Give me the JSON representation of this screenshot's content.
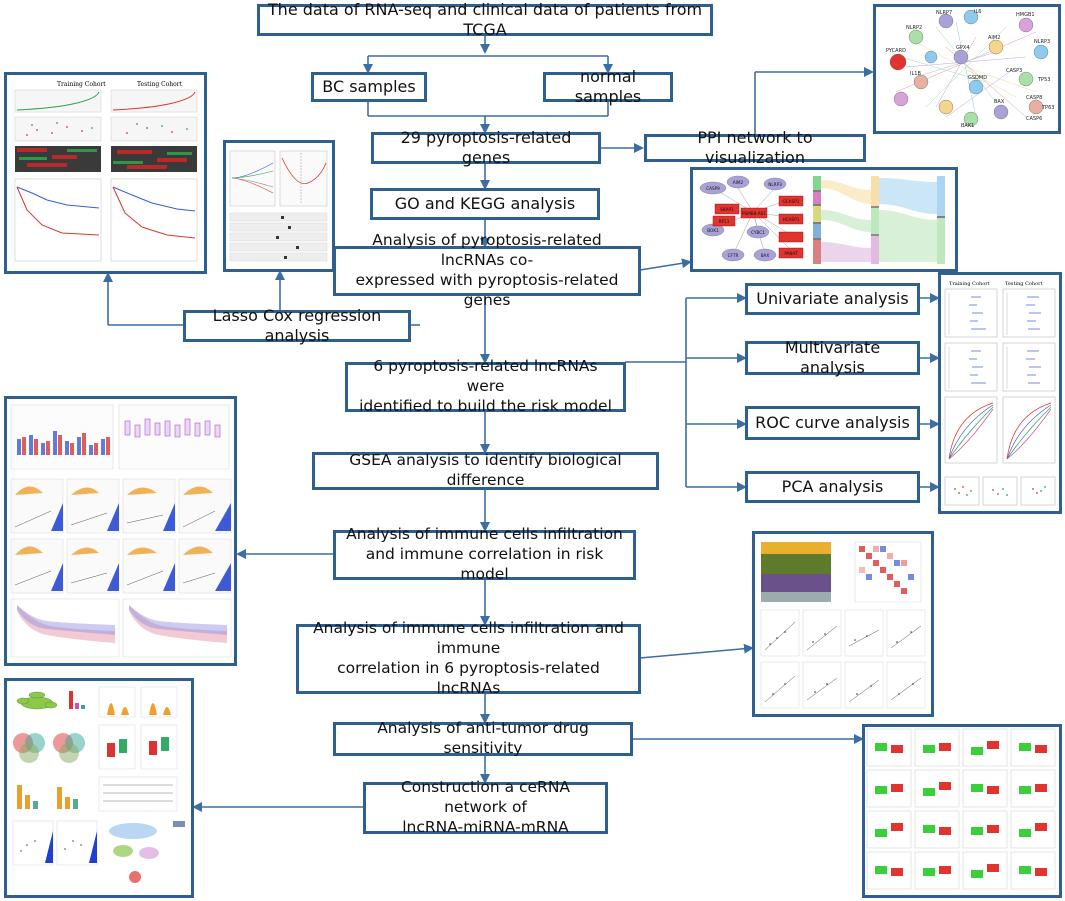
{
  "boxes": {
    "tcga": "The data of RNA-seq and clinical data of patients from TCGA",
    "bc": "BC samples",
    "normal": "normal samples",
    "genes29": "29 pyroptosis-related  genes",
    "ppi": "PPI network to visualization",
    "go": "GO and KEGG analysis",
    "coexp_line1": "Analysis of pyroptosis-related lncRNAs co-",
    "coexp_line2": "expressed with pyroptosis-related  genes",
    "lasso": "Lasso Cox regression analysis",
    "univariate": "Univariate analysis",
    "multivariate": "Multivariate analysis",
    "roc": "ROC curve analysis",
    "pca": "PCA analysis",
    "risk_line1": "6 pyroptosis-related  lncRNAs were",
    "risk_line2": "identified to build the risk model",
    "gsea": "GSEA analysis to identify biological difference",
    "immune1_line1": "Analysis of immune cells infiltration",
    "immune1_line2": "and immune correlation in risk model",
    "immune2_line1": "Analysis of immune cells infiltration and immune",
    "immune2_line2": "correlation in 6 pyroptosis-related  lncRNAs",
    "drug": "Analysis of anti-tumor drug sensitivity",
    "cerna_line1": "Construction a ceRNA network of",
    "cerna_line2": "lncRNA-miRNA-mRNA"
  },
  "thumbnails": {
    "survival": {
      "title_left": "Training Cohort",
      "title_right": "Testing Cohort"
    },
    "cox_forest": {
      "title_left": "Training Cohort",
      "title_right": "Testing Cohort"
    },
    "ppi_nodes": [
      "NLRP7",
      "IL6",
      "HMGB1",
      "NLRP2",
      "NLRP3",
      "PYCARD",
      "AIM2",
      "GPX4",
      "TP53",
      "CASP3",
      "GSDMD",
      "BAX",
      "CASP8",
      "TP63",
      "CASP6",
      "BAK1",
      "IL1B"
    ],
    "cytoscape_nodes": [
      "CASP9",
      "AIM2",
      "NLRP3",
      "SKAP1",
      "PSMB8-AS1",
      "GCASP1",
      "BOK1",
      "RP11",
      "CYBC1",
      "HCASP1",
      "CFTR",
      "BAX",
      "PANAT"
    ]
  },
  "colors": {
    "border": "#2f5f8f",
    "arrow": "#3a6ea5",
    "node_purple": "#a9a2d8",
    "node_red": "#e0342f"
  }
}
